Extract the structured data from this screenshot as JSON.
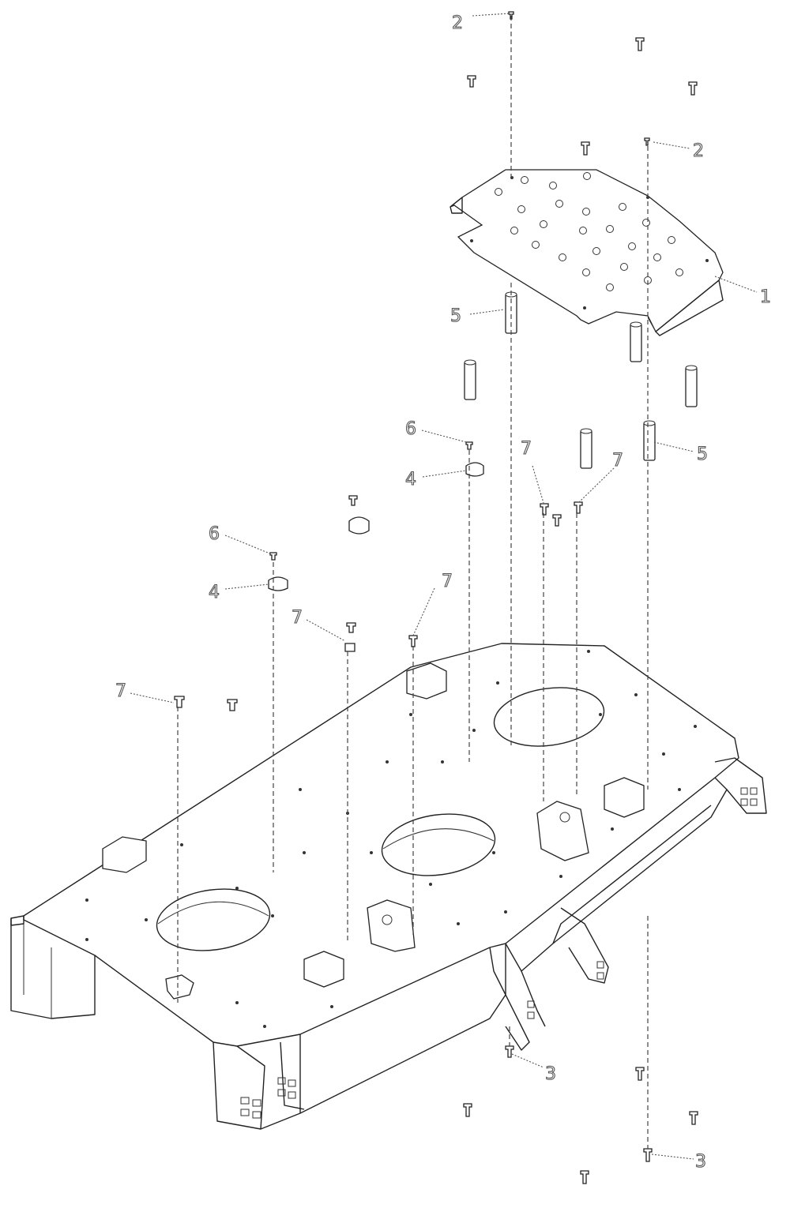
{
  "callouts": [
    {
      "id": "c2a",
      "label": "2"
    },
    {
      "id": "c2b",
      "label": "2"
    },
    {
      "id": "c1",
      "label": "1"
    },
    {
      "id": "c5a",
      "label": "5"
    },
    {
      "id": "c5b",
      "label": "5"
    },
    {
      "id": "c6a",
      "label": "6"
    },
    {
      "id": "c4a",
      "label": "4"
    },
    {
      "id": "c7a",
      "label": "7"
    },
    {
      "id": "c7b",
      "label": "7"
    },
    {
      "id": "c6b",
      "label": "6"
    },
    {
      "id": "c4b",
      "label": "4"
    },
    {
      "id": "c7c",
      "label": "7"
    },
    {
      "id": "c7d",
      "label": "7"
    },
    {
      "id": "c7e",
      "label": "7"
    },
    {
      "id": "c3a",
      "label": "3"
    },
    {
      "id": "c3b",
      "label": "3"
    }
  ]
}
